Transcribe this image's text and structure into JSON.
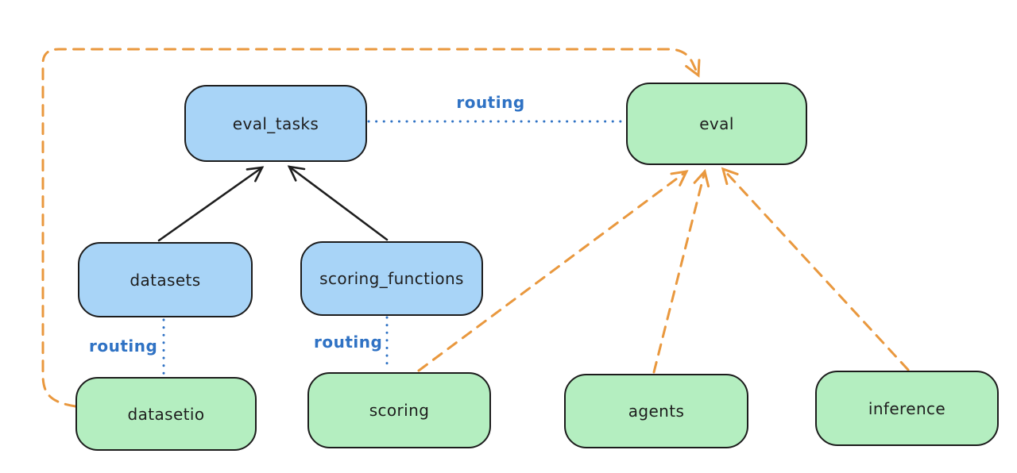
{
  "diagram_type": "architecture-routing-diagram",
  "nodes": [
    {
      "id": "eval_tasks",
      "label": "eval_tasks",
      "fill": "#a8d4f7",
      "kind": "blue"
    },
    {
      "id": "eval",
      "label": "eval",
      "fill": "#b4eec0",
      "kind": "green"
    },
    {
      "id": "datasets",
      "label": "datasets",
      "fill": "#a8d4f7",
      "kind": "blue"
    },
    {
      "id": "scoring_functions",
      "label": "scoring_functions",
      "fill": "#a8d4f7",
      "kind": "blue"
    },
    {
      "id": "datasetio",
      "label": "datasetio",
      "fill": "#b4eec0",
      "kind": "green"
    },
    {
      "id": "scoring",
      "label": "scoring",
      "fill": "#b4eec0",
      "kind": "green"
    },
    {
      "id": "agents",
      "label": "agents",
      "fill": "#b4eec0",
      "kind": "green"
    },
    {
      "id": "inference",
      "label": "inference",
      "fill": "#b4eec0",
      "kind": "green"
    }
  ],
  "edges": [
    {
      "from": "datasets",
      "to": "eval_tasks",
      "style": "solid-black-arrow"
    },
    {
      "from": "scoring_functions",
      "to": "eval_tasks",
      "style": "solid-black-arrow"
    },
    {
      "from": "eval_tasks",
      "to": "eval",
      "style": "dotted-blue",
      "label": "routing"
    },
    {
      "from": "datasets",
      "to": "datasetio",
      "style": "dotted-blue",
      "label": "routing"
    },
    {
      "from": "scoring_functions",
      "to": "scoring",
      "style": "dotted-blue",
      "label": "routing"
    },
    {
      "from": "datasetio",
      "to": "eval",
      "style": "dashed-orange-arrow"
    },
    {
      "from": "scoring",
      "to": "eval",
      "style": "dashed-orange-arrow"
    },
    {
      "from": "agents",
      "to": "eval",
      "style": "dashed-orange-arrow"
    },
    {
      "from": "inference",
      "to": "eval",
      "style": "dashed-orange-arrow"
    }
  ],
  "colors": {
    "background": "#ffffff",
    "node_stroke": "#1c1c1c",
    "blue_fill": "#a8d4f7",
    "green_fill": "#b4eec0",
    "routing_blue": "#2f72c4",
    "orange_dashed": "#e9983e",
    "solid_arrow_black": "#1e1e1e"
  }
}
